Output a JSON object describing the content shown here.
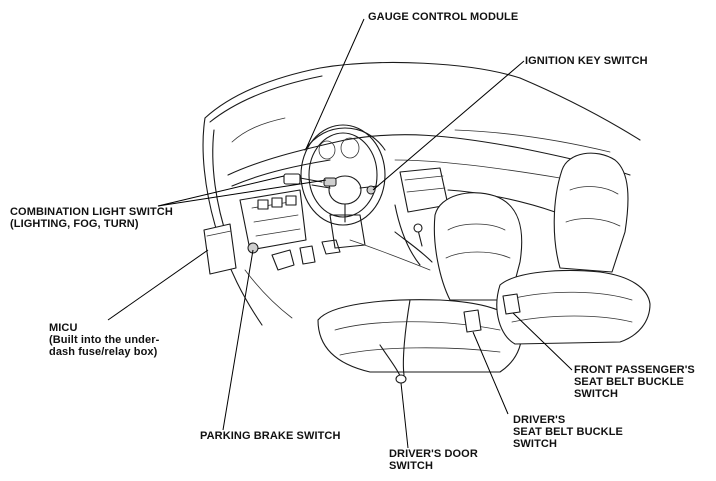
{
  "labels": {
    "gauge": "GAUGE CONTROL MODULE",
    "ignition": "IGNITION KEY SWITCH",
    "combo_1": "COMBINATION LIGHT SWITCH",
    "combo_2": "(LIGHTING, FOG, TURN)",
    "micu_1": "MICU",
    "micu_2": "(Built into the under-",
    "micu_3": "dash fuse/relay box)",
    "parking": "PARKING BRAKE SWITCH",
    "door_1": "DRIVER'S DOOR",
    "door_2": "SWITCH",
    "drv_belt_1": "DRIVER'S",
    "drv_belt_2": "SEAT BELT BUCKLE",
    "drv_belt_3": "SWITCH",
    "pass_belt_1": "FRONT PASSENGER'S",
    "pass_belt_2": "SEAT BELT BUCKLE",
    "pass_belt_3": "SWITCH"
  }
}
